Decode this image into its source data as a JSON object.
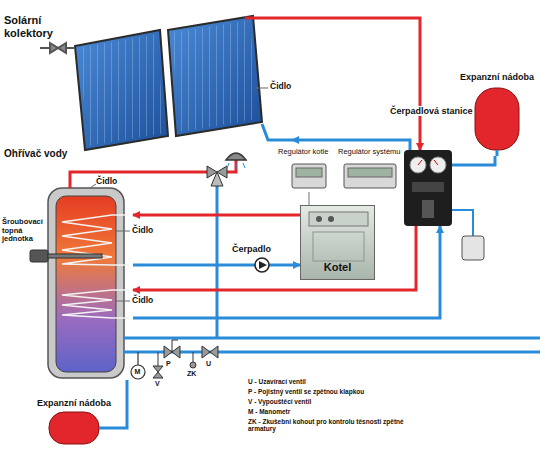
{
  "diagram": {
    "nodes": [
      {
        "text": [
          "Solární kolektory"
        ]
      },
      {
        "text": [
          "Čerpadlová stanice"
        ]
      },
      {
        "text": [
          "Expanzní nádoba"
        ]
      },
      {
        "text": [
          "Regulátor kotle"
        ]
      },
      {
        "text": [
          "Regulátor systému"
        ]
      },
      {
        "text": [
          "Ohřívač vody"
        ]
      },
      {
        "text": [
          "Kotel"
        ]
      },
      {
        "text": [
          "Expanzní nádoba"
        ]
      }
    ],
    "edges": [
      {
        "from": 0,
        "to": 1,
        "arrow": "to"
      },
      {
        "from": 1,
        "to": 0,
        "arrow": "to"
      },
      {
        "from": 1,
        "to": 2,
        "arrow": "none"
      },
      {
        "from": 6,
        "to": 5,
        "arrow": "to"
      },
      {
        "from": 5,
        "to": 6,
        "arrow": "to"
      },
      {
        "from": 1,
        "to": 5,
        "arrow": "to"
      },
      {
        "from": 5,
        "to": 1,
        "arrow": "to"
      },
      {
        "from": 5,
        "to": 7,
        "arrow": "none"
      },
      {
        "from": 3,
        "to": 6,
        "arrow": "none"
      }
    ],
    "labels": [
      "Čidlo",
      "Čidlo",
      "Šroubovací topná jednotka",
      "Čidlo",
      "Čerpadlo",
      "Čidlo",
      "M",
      "P",
      "V",
      "ZK",
      "U",
      "U - Uzavírací ventil",
      "P - Pojistný ventil se zpětnou klapkou",
      "V - Vypouštěcí ventil",
      "M - Manometr",
      "ZK - Zkušební kohout pro kontrolu těsnosti zpětné armatury"
    ]
  }
}
